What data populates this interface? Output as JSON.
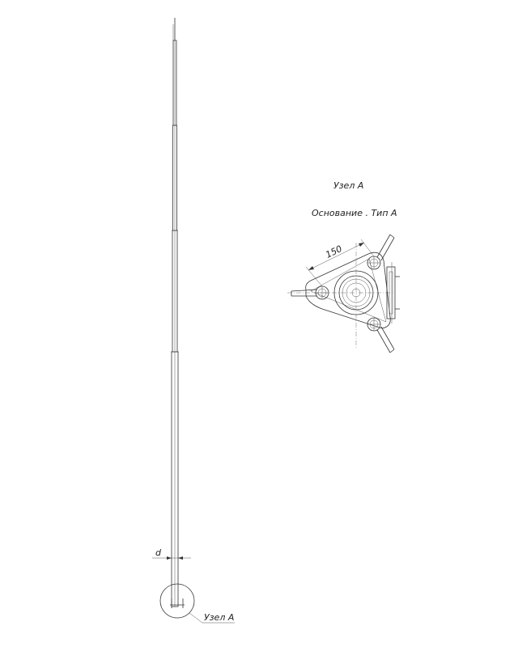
{
  "labels": {
    "node_title": "Узел А",
    "base_title": "Основание . Тип А",
    "dimension_150": "150",
    "diameter": "d",
    "callout": "Узел А"
  }
}
